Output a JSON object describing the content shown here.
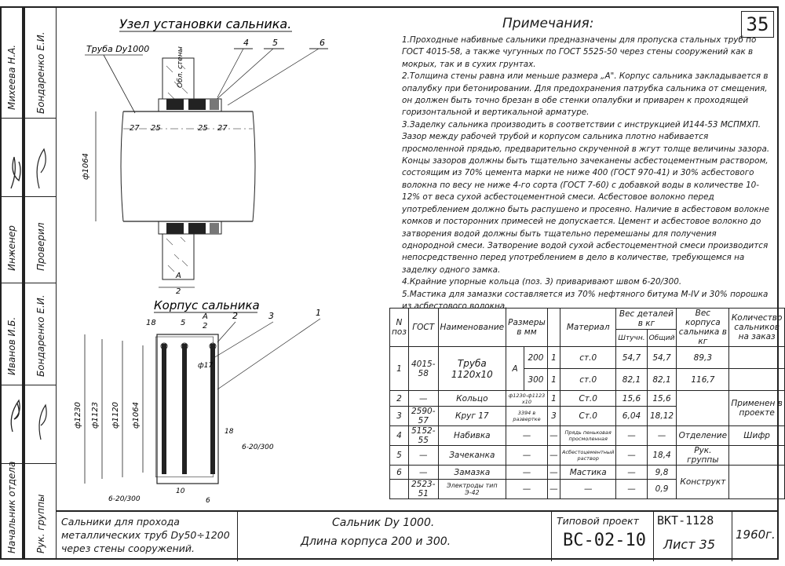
{
  "sheet": {
    "number": "35"
  },
  "stamps_left": [
    {
      "role": "Начальник отдела",
      "name": ""
    },
    {
      "role": "Рук. группы",
      "name": ""
    },
    {
      "role": "Инженер",
      "name": "Михеева Н.А."
    },
    {
      "role": "Проверил",
      "name": "Бондаренко Е.И."
    },
    {
      "role": "",
      "name": "Иванов И.Б."
    },
    {
      "role": "",
      "name": "Бондаренко Е.И."
    }
  ],
  "drawing1": {
    "title": "Узел установки сальника.",
    "pipe_label": "Труба Dу1000",
    "callouts": [
      "4",
      "5",
      "6"
    ],
    "dims": [
      "27",
      "25",
      "25",
      "27"
    ],
    "diameter": "ф1064",
    "wall_label": "Обл. стены",
    "section": "А",
    "section_val": "2"
  },
  "drawing2": {
    "title": "Корпус сальника",
    "callouts": [
      "2",
      "3",
      "1"
    ],
    "dims_top": [
      "18",
      "5",
      "2"
    ],
    "section": "А",
    "diameters": [
      "ф1230",
      "ф1123",
      "ф1120",
      "ф1064"
    ],
    "small_dims": [
      "ф17",
      "18",
      "10"
    ],
    "welds": [
      "6-20/300",
      "6-20/300",
      "6"
    ]
  },
  "notes": {
    "title": "Примечания:",
    "items": [
      "1.Проходные набивные сальники предназначены для пропуска стальных труб по ГОСТ 4015-58, а также чугунных по ГОСТ 5525-50 через стены сооружений как в мокрых, так и в сухих грунтах.",
      "2.Толщина стены равна или меньше размера „А\". Корпус сальника закладывается в опалубку при бетонировании. Для предохранения патрубка сальника от смещения, он должен быть точно брезан в обе стенки опалубки и приварен к проходящей горизонтальной и вертикальной арматуре.",
      "3.Заделку сальника производить в соответствии с инструкцией И144-53 МСПМХП. Зазор между рабочей трубой и корпусом сальника плотно набивается просмоленной прядью, предварительно скрученной в жгут толще величины зазора. Концы зазоров должны быть тщательно зачеканены асбестоцементным раствором, состоящим из 70% цемента марки не ниже 400 (ГОСТ 970-41) и 30% асбестового волокна по весу не ниже 4-го сорта (ГОСТ 7-60) с добавкой воды в количестве 10-12% от веса сухой асбестоцементной смеси. Асбестовое волокно перед употреблением должно быть распушено и просеяно. Наличие в асбестовом волокне комков и посторонних примесей не допускается. Цемент и асбестовое волокно до затворения водой должны быть тщательно перемешаны для получения однородной смеси. Затворение водой сухой асбестоцементной смеси производится непосредственно перед употреблением в дело в количестве, требующемся на заделку одного замка.",
      "4.Крайние упорные кольца (поз. 3) приваривают швом 6-20/300.",
      "5.Мастика для замазки составляется из 70% нефтяного битума М-IV и 30% порошка из асбестового волокна."
    ]
  },
  "spec_table": {
    "headers": {
      "pos": "N поз",
      "gost": "ГОСТ",
      "name": "Наименование",
      "size": "Размеры в мм",
      "qty": "",
      "material": "Материал",
      "weight": "Вес деталей в кг",
      "w_unit": "Штучн.",
      "w_total": "Общий",
      "housing_weight": "Вес корпуса сальника в кг",
      "count": "Количество сальников на заказ"
    },
    "rows": [
      {
        "pos": "1",
        "gost": "4015-58",
        "name": "Труба 1120х10",
        "size": "А",
        "dims": [
          "200",
          "300"
        ],
        "qty": [
          "1",
          "1"
        ],
        "material": [
          "ст.0",
          "ст.0"
        ],
        "w_unit": [
          "54,7",
          "82,1"
        ],
        "w_total": [
          "54,7",
          "82,1"
        ],
        "housing": [
          "89,3",
          "116,7"
        ]
      },
      {
        "pos": "2",
        "gost": "—",
        "name": "Кольцо",
        "size": "ф1230-ф1123 х10",
        "qty": "1",
        "material": "Ст.0",
        "w_unit": "15,6",
        "w_total": "15,6"
      },
      {
        "pos": "3",
        "gost": "2590-57",
        "name": "Круг 17",
        "size": "3394 в развертке",
        "qty": "3",
        "material": "Ст.0",
        "w_unit": "6,04",
        "w_total": "18,12"
      },
      {
        "pos": "4",
        "gost": "5152-55",
        "name": "Набивка",
        "size": "—",
        "qty": "—",
        "material": "Прядь пеньковая просмоленная",
        "w_unit": "—",
        "w_total": "—"
      },
      {
        "pos": "5",
        "gost": "—",
        "name": "Зачеканка",
        "size": "—",
        "qty": "—",
        "material": "Асбестоцементный раствор",
        "w_unit": "—",
        "w_total": "18,4"
      },
      {
        "pos": "6",
        "gost": "—",
        "name": "Замазка",
        "size": "—",
        "qty": "—",
        "material": "Мастика",
        "w_unit": "—",
        "w_total": "9,8"
      },
      {
        "pos": "",
        "gost": "2523-51",
        "name": "Электроды тип Э-42",
        "size": "—",
        "qty": "—",
        "material": "—",
        "w_unit": "—",
        "w_total": "0,9"
      }
    ],
    "side": {
      "applied": "Применен в проекте",
      "dept": "Отделение",
      "cipher": "Шифр",
      "group": "Рук. группы",
      "designer": "Конструкт"
    }
  },
  "title_block": {
    "description": "Сальники для прохода металлических труб Dу50÷1200 через стены сооружений.",
    "name_line1": "Сальник Dу 1000.",
    "name_line2": "Длина корпуса 200 и 300.",
    "project_label": "Типовой проект",
    "project_code": "ВС-02-10",
    "series": "ВКТ-1128",
    "sheet_label": "Лист 35",
    "year": "1960г."
  }
}
